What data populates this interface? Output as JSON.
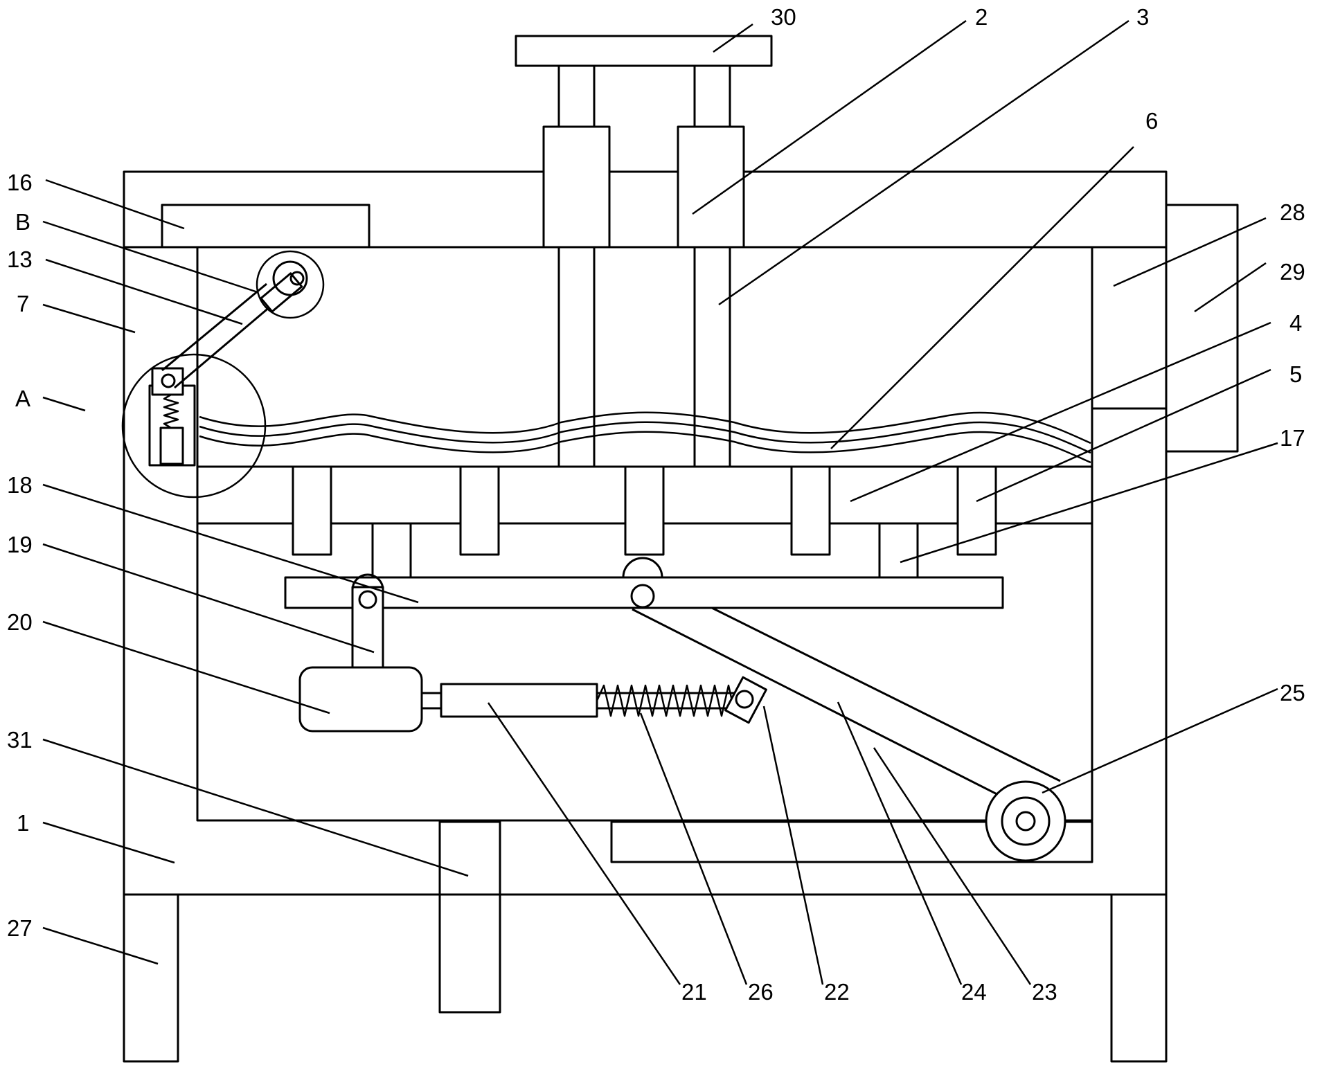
{
  "figure": {
    "background": "#ffffff",
    "stroke_color": "#000000"
  },
  "callouts": [
    {
      "id": "30",
      "label": "30"
    },
    {
      "id": "2",
      "label": "2"
    },
    {
      "id": "3",
      "label": "3"
    },
    {
      "id": "6",
      "label": "6"
    },
    {
      "id": "16",
      "label": "16"
    },
    {
      "id": "B",
      "label": "B"
    },
    {
      "id": "13",
      "label": "13"
    },
    {
      "id": "7",
      "label": "7"
    },
    {
      "id": "A",
      "label": "A"
    },
    {
      "id": "18",
      "label": "18"
    },
    {
      "id": "19",
      "label": "19"
    },
    {
      "id": "20",
      "label": "20"
    },
    {
      "id": "31",
      "label": "31"
    },
    {
      "id": "1",
      "label": "1"
    },
    {
      "id": "27",
      "label": "27"
    },
    {
      "id": "28",
      "label": "28"
    },
    {
      "id": "29",
      "label": "29"
    },
    {
      "id": "4",
      "label": "4"
    },
    {
      "id": "5",
      "label": "5"
    },
    {
      "id": "17",
      "label": "17"
    },
    {
      "id": "25",
      "label": "25"
    },
    {
      "id": "21",
      "label": "21"
    },
    {
      "id": "26",
      "label": "26"
    },
    {
      "id": "22",
      "label": "22"
    },
    {
      "id": "24",
      "label": "24"
    },
    {
      "id": "23",
      "label": "23"
    }
  ]
}
